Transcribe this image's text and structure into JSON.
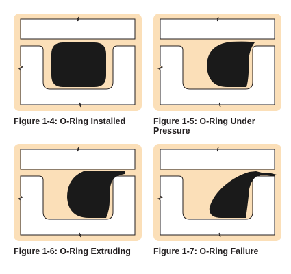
{
  "figures": [
    {
      "caption": "Figure 1-4: O-Ring Installed",
      "state": "installed"
    },
    {
      "caption_line1": "Figure 1-5: O-Ring Under",
      "caption_line2": "Pressure",
      "state": "under-pressure"
    },
    {
      "caption": "Figure 1-6: O-Ring Extruding",
      "state": "extruding"
    },
    {
      "caption": "Figure 1-7: O-Ring Failure",
      "state": "failure"
    }
  ],
  "colors": {
    "panel_background": "#fbdfb8",
    "gland_fill": "#ffffff",
    "outline": "#231f20",
    "oring_fill": "#1a1a1a",
    "caption_text": "#231f20"
  }
}
